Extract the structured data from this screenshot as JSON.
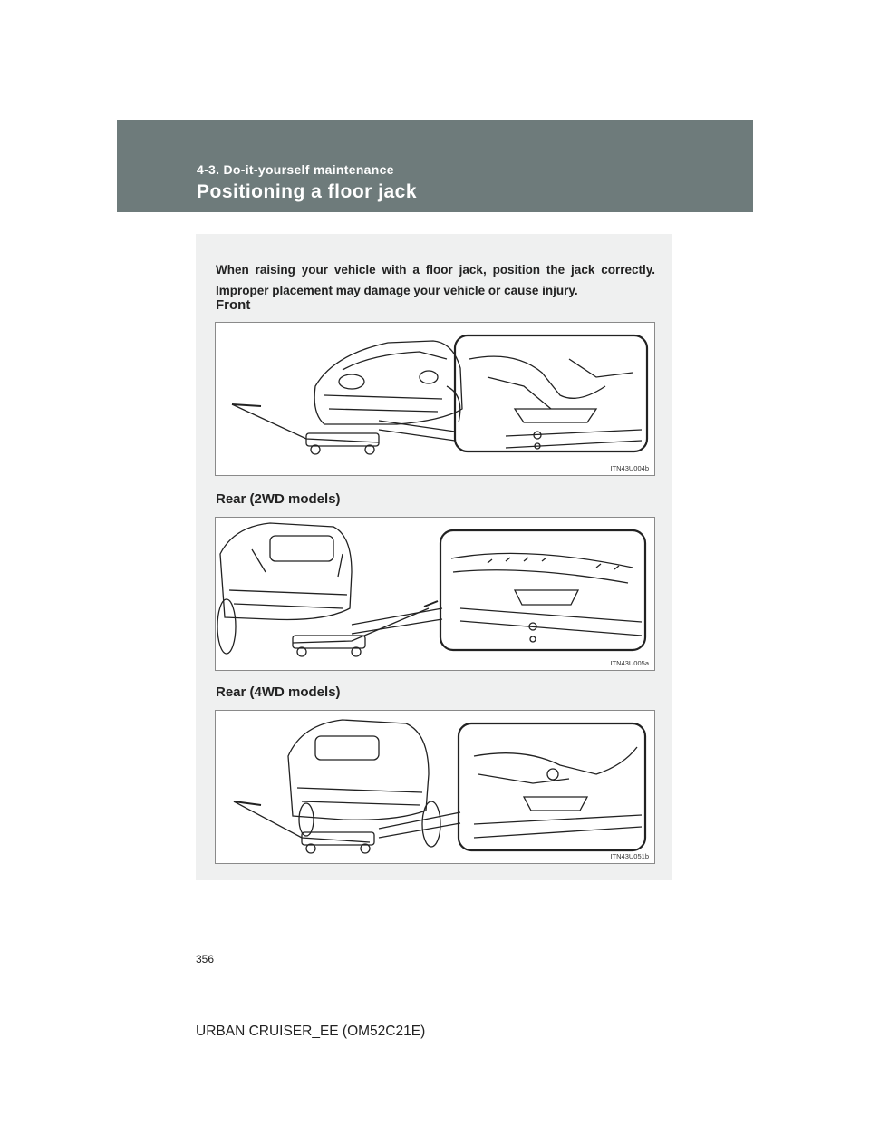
{
  "header": {
    "section_label": "4-3. Do-it-yourself maintenance",
    "title": "Positioning a floor jack"
  },
  "intro_text": "When raising your vehicle with a floor jack, position the jack correctly. Improper placement may damage your vehicle or cause injury.",
  "sections": [
    {
      "heading": "Front",
      "figure_code": "ITN43U004b"
    },
    {
      "heading": "Rear (2WD models)",
      "figure_code": "ITN43U005a"
    },
    {
      "heading": "Rear (4WD models)",
      "figure_code": "ITN43U051b"
    }
  ],
  "page_number": "356",
  "footer": "URBAN CRUISER_EE (OM52C21E)"
}
